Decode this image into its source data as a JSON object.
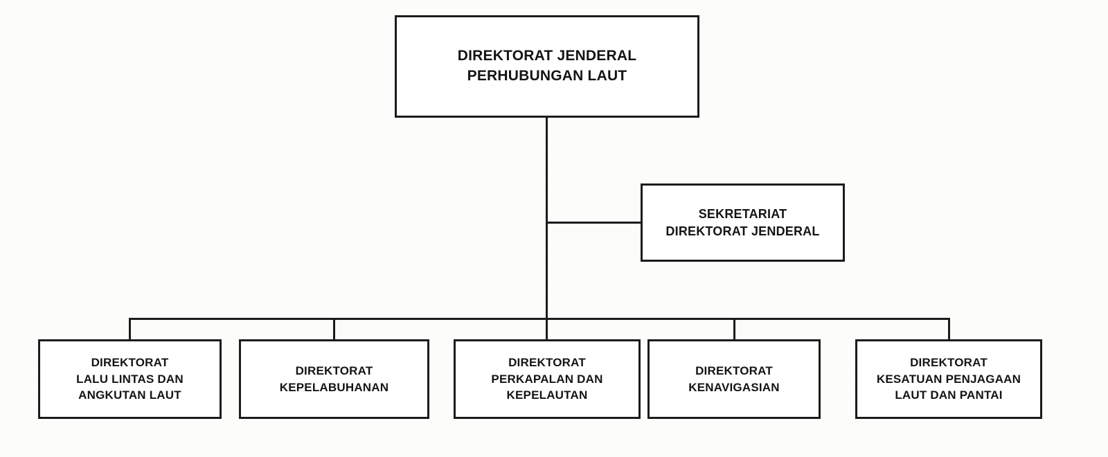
{
  "org": {
    "root": {
      "lines": [
        "DIREKTORAT JENDERAL",
        "PERHUBUNGAN LAUT"
      ]
    },
    "secretariat": {
      "lines": [
        "SEKRETARIAT",
        "DIREKTORAT JENDERAL"
      ]
    },
    "directorates": [
      {
        "lines": [
          "DIREKTORAT",
          "LALU LINTAS DAN",
          "ANGKUTAN LAUT"
        ]
      },
      {
        "lines": [
          "DIREKTORAT",
          "KEPELABUHANAN"
        ]
      },
      {
        "lines": [
          "DIREKTORAT",
          "PERKAPALAN DAN",
          "KEPELAUTAN"
        ]
      },
      {
        "lines": [
          "DIREKTORAT",
          "KENAVIGASIAN"
        ]
      },
      {
        "lines": [
          "DIREKTORAT",
          "KESATUAN PENJAGAAN",
          "LAUT DAN PANTAI"
        ]
      }
    ],
    "colors": {
      "box_border": "#1b1b1b",
      "box_background": "#ffffff",
      "connector": "#1b1b1b",
      "text": "#141414",
      "page_background": "#fcfcfa"
    }
  }
}
